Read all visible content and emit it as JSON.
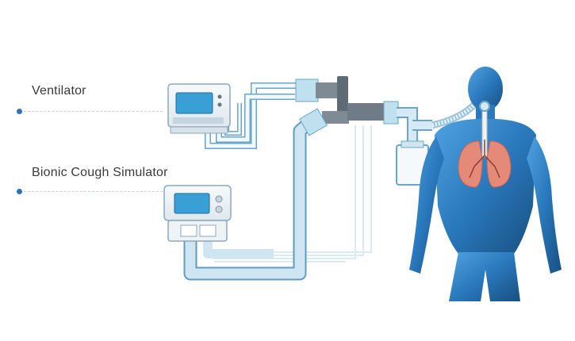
{
  "labels": {
    "ventilator": "Ventilator",
    "cough_simulator": "Bionic Cough Simulator"
  },
  "colors": {
    "tube_light": "#cfe6f2",
    "tube_stroke": "#6aa6c8",
    "body_dark": "#1f5f94",
    "body_light": "#3e8fcf",
    "lung": "#e58a78",
    "screen": "#3a9fd4",
    "connector": "#6f7c87"
  },
  "icons": [
    "ventilator-device",
    "cough-simulator-device",
    "human-figure",
    "lungs-icon"
  ]
}
